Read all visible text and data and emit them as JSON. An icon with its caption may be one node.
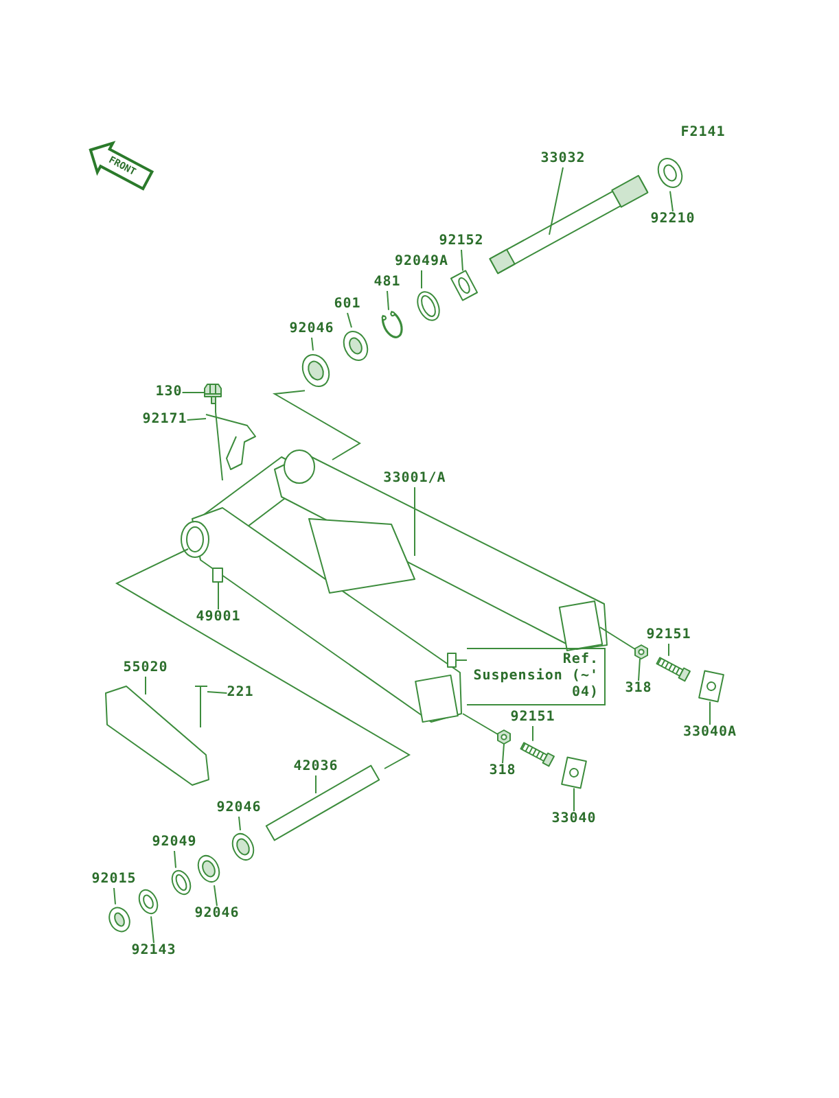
{
  "diagram": {
    "nodes": [
      {
        "text": [
          "33032"
        ]
      },
      {
        "text": [
          "92210"
        ]
      },
      {
        "text": [
          "92152"
        ]
      },
      {
        "text": [
          "92049A"
        ]
      },
      {
        "text": [
          "481"
        ]
      },
      {
        "text": [
          "601"
        ]
      },
      {
        "text": [
          "92046"
        ]
      },
      {
        "text": [
          "130"
        ]
      },
      {
        "text": [
          "92171"
        ]
      },
      {
        "text": [
          "33001/A"
        ]
      },
      {
        "text": [
          "49001"
        ]
      },
      {
        "text": [
          "Ref. Suspension (~' 04)"
        ]
      },
      {
        "text": [
          "92151"
        ]
      },
      {
        "text": [
          "318"
        ]
      },
      {
        "text": [
          "33040A"
        ]
      },
      {
        "text": [
          "55020"
        ]
      },
      {
        "text": [
          "221"
        ]
      },
      {
        "text": [
          "92151"
        ]
      },
      {
        "text": [
          "318"
        ]
      },
      {
        "text": [
          "33040"
        ]
      },
      {
        "text": [
          "42036"
        ]
      },
      {
        "text": [
          "92046"
        ]
      },
      {
        "text": [
          "92049"
        ]
      },
      {
        "text": [
          "92015"
        ]
      },
      {
        "text": [
          "92046"
        ]
      },
      {
        "text": [
          "92143"
        ]
      },
      {
        "text": [],
        "shape": "picture"
      },
      {
        "text": [],
        "shape": "picture"
      },
      {
        "text": [],
        "shape": "picture"
      },
      {
        "text": [],
        "shape": "picture"
      },
      {
        "text": [],
        "shape": "picture"
      },
      {
        "text": [],
        "shape": "picture"
      },
      {
        "text": [],
        "shape": "picture"
      },
      {
        "text": [],
        "shape": "picture"
      },
      {
        "text": [],
        "shape": "picture"
      },
      {
        "text": [],
        "shape": "picture"
      },
      {
        "text": [],
        "shape": "picture"
      },
      {
        "text": [],
        "shape": "picture"
      },
      {
        "text": [],
        "shape": "picture"
      },
      {
        "text": [],
        "shape": "picture"
      },
      {
        "text": [],
        "shape": "picture"
      },
      {
        "text": [],
        "shape": "picture"
      },
      {
        "text": [],
        "shape": "picture"
      },
      {
        "text": [],
        "shape": "picture"
      },
      {
        "text": [],
        "shape": "picture"
      },
      {
        "text": [],
        "shape": "picture"
      },
      {
        "text": [],
        "shape": "picture"
      },
      {
        "text": [],
        "shape": "picture"
      },
      {
        "text": [],
        "shape": "picture"
      },
      {
        "text": [],
        "shape": "picture"
      },
      {
        "text": [],
        "shape": "picture"
      },
      {
        "text": [],
        "shape": "picture"
      }
    ],
    "edges": [
      {
        "from": 0,
        "to": 26,
        "arrow": "none"
      },
      {
        "from": 1,
        "to": 27,
        "arrow": "none"
      },
      {
        "from": 2,
        "to": 28,
        "arrow": "none"
      },
      {
        "from": 3,
        "to": 29,
        "arrow": "none"
      },
      {
        "from": 4,
        "to": 30,
        "arrow": "none"
      },
      {
        "from": 5,
        "to": 31,
        "arrow": "none"
      },
      {
        "from": 6,
        "to": 32,
        "arrow": "none"
      },
      {
        "from": 7,
        "to": 33,
        "arrow": "none"
      },
      {
        "from": 8,
        "to": 34,
        "arrow": "none"
      },
      {
        "from": 9,
        "to": 35,
        "arrow": "none"
      },
      {
        "from": 10,
        "to": 36,
        "arrow": "none"
      },
      {
        "from": 11,
        "to": 37,
        "arrow": "none"
      },
      {
        "from": 12,
        "to": 38,
        "arrow": "none"
      },
      {
        "from": 13,
        "to": 39,
        "arrow": "none"
      },
      {
        "from": 14,
        "to": 40,
        "arrow": "none"
      },
      {
        "from": 15,
        "to": 41,
        "arrow": "none"
      },
      {
        "from": 16,
        "to": 42,
        "arrow": "none"
      },
      {
        "from": 17,
        "to": 43,
        "arrow": "none"
      },
      {
        "from": 18,
        "to": 44,
        "arrow": "none"
      },
      {
        "from": 19,
        "to": 45,
        "arrow": "none"
      },
      {
        "from": 20,
        "to": 46,
        "arrow": "none"
      },
      {
        "from": 21,
        "to": 47,
        "arrow": "none"
      },
      {
        "from": 22,
        "to": 48,
        "arrow": "none"
      },
      {
        "from": 23,
        "to": 49,
        "arrow": "none"
      },
      {
        "from": 24,
        "to": 50,
        "arrow": "none"
      },
      {
        "from": 25,
        "to": 51,
        "arrow": "none"
      },
      {
        "from": 32,
        "to": 35,
        "arrow": "none"
      },
      {
        "from": 35,
        "to": 46,
        "arrow": "none"
      },
      {
        "from": 35,
        "to": 39,
        "arrow": "none"
      },
      {
        "from": 35,
        "to": 44,
        "arrow": "none"
      }
    ],
    "labels": [
      "F2141",
      "FRONT"
    ]
  }
}
